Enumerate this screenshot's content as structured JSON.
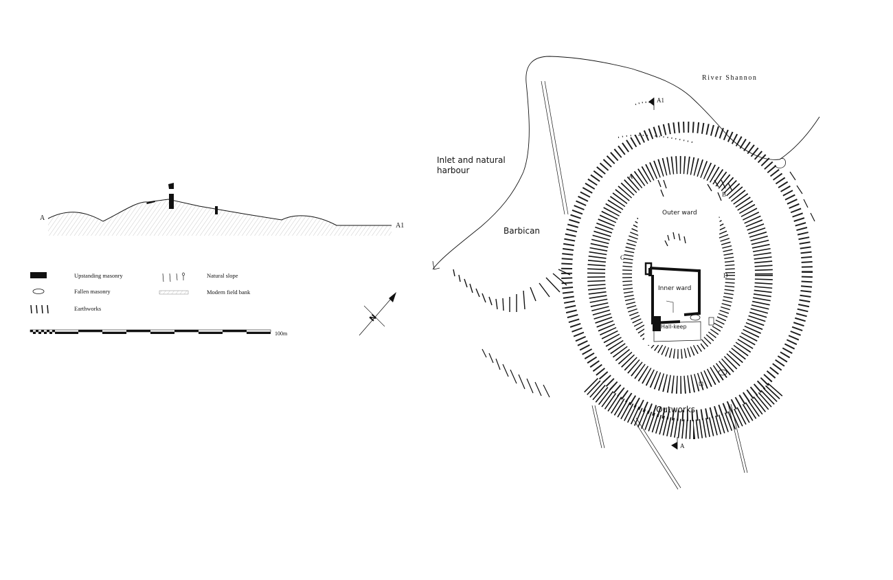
{
  "section": {
    "label_start": "A",
    "label_end": "A1"
  },
  "legend": {
    "items": [
      {
        "symbol": "solid-block",
        "label": "Upstanding masonry"
      },
      {
        "symbol": "outline-oval",
        "label": "Fallen masonry"
      },
      {
        "symbol": "hachure-ticks",
        "label": "Earthworks"
      },
      {
        "symbol": "thin-ticks",
        "label": "Natural slope"
      },
      {
        "symbol": "hatched-band",
        "label": "Modern field bank"
      }
    ]
  },
  "scale_bar": {
    "label": "100m"
  },
  "north_arrow": {
    "label": "N"
  },
  "plan": {
    "labels": {
      "river": "River Shannon",
      "inlet_line1": "Inlet and natural",
      "inlet_line2": "harbour",
      "barbican": "Barbican",
      "outer_ward": "Outer ward",
      "inner_ward": "Inner ward",
      "hall_keep": "Hall-keep",
      "outworks": "Outworks",
      "a": "A",
      "b": "B",
      "c": "C",
      "d": "D",
      "section_a": "A",
      "section_a1": "A1"
    }
  },
  "colors": {
    "ink": "#111111",
    "background": "#ffffff"
  }
}
